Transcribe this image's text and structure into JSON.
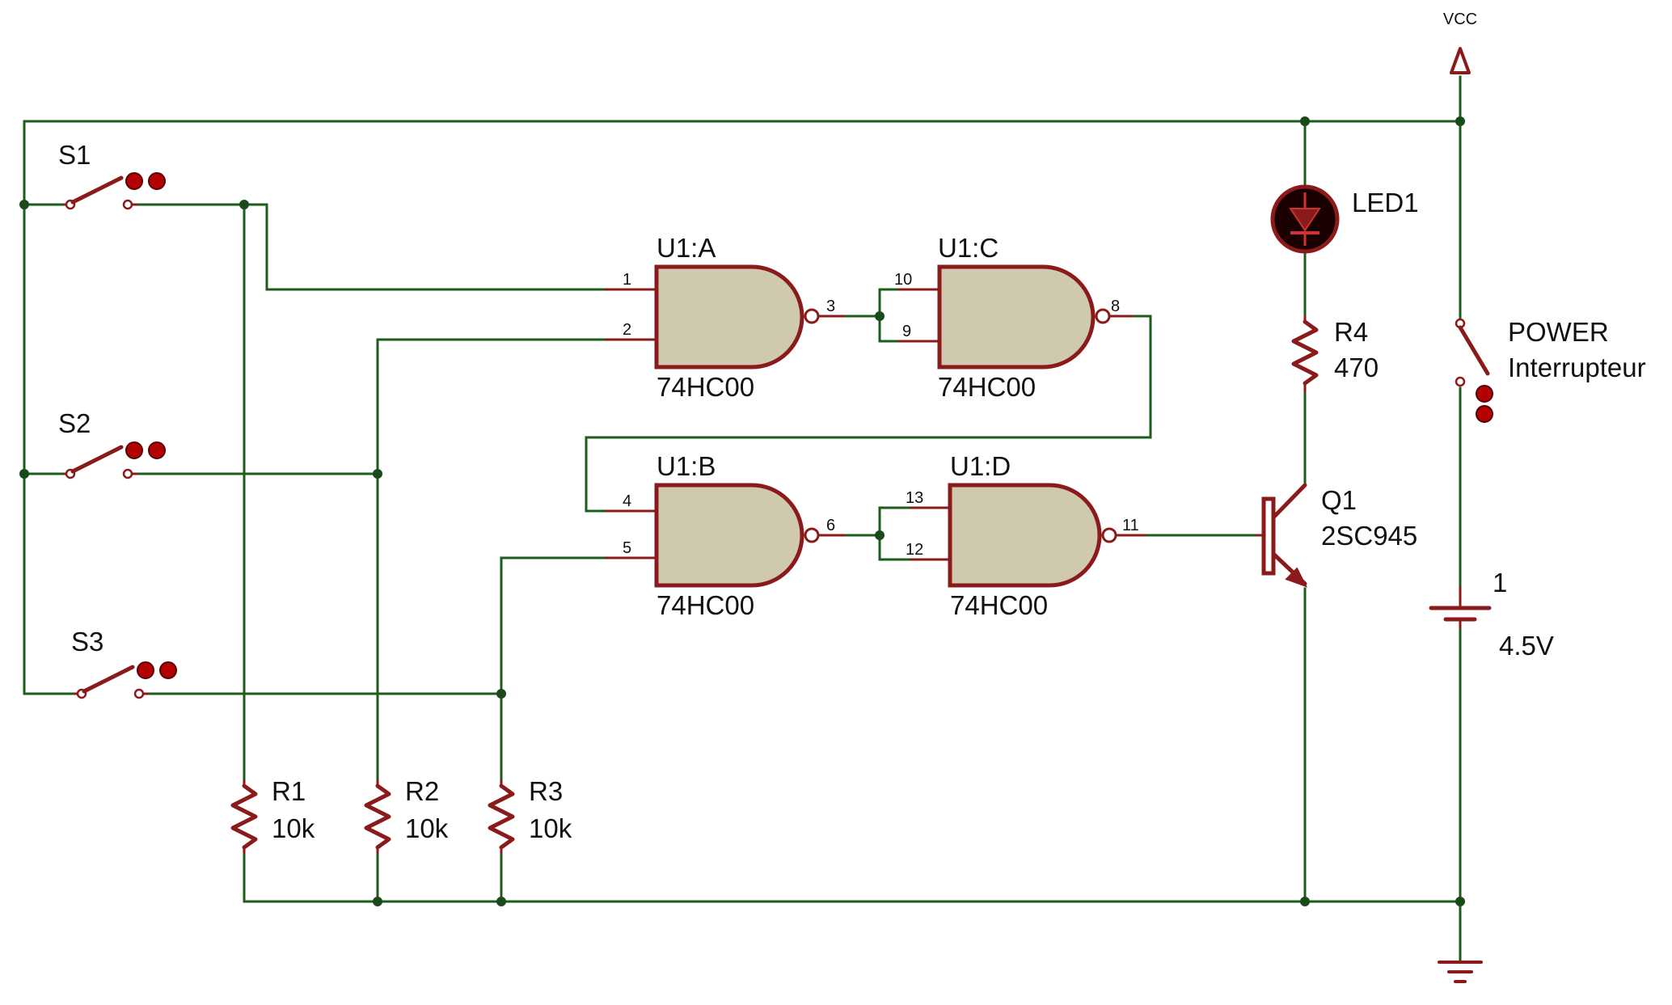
{
  "power": {
    "vcc_label": "VCC"
  },
  "switches": [
    {
      "ref": "S1"
    },
    {
      "ref": "S2"
    },
    {
      "ref": "S3"
    }
  ],
  "power_switch": {
    "ref": "POWER",
    "value": "Interrupteur"
  },
  "gates": [
    {
      "ref": "U1:A",
      "type": "74HC00",
      "pin_in1": "1",
      "pin_in2": "2",
      "pin_out": "3"
    },
    {
      "ref": "U1:C",
      "type": "74HC00",
      "pin_in1": "10",
      "pin_in2": "9",
      "pin_out": "8"
    },
    {
      "ref": "U1:B",
      "type": "74HC00",
      "pin_in1": "4",
      "pin_in2": "5",
      "pin_out": "6"
    },
    {
      "ref": "U1:D",
      "type": "74HC00",
      "pin_in1": "13",
      "pin_in2": "12",
      "pin_out": "11"
    }
  ],
  "resistors": [
    {
      "ref": "R1",
      "value": "10k"
    },
    {
      "ref": "R2",
      "value": "10k"
    },
    {
      "ref": "R3",
      "value": "10k"
    },
    {
      "ref": "R4",
      "value": "470"
    }
  ],
  "led": {
    "ref": "LED1"
  },
  "transistor": {
    "ref": "Q1",
    "value": "2SC945"
  },
  "battery": {
    "ref": "1",
    "value": "4.5V"
  }
}
